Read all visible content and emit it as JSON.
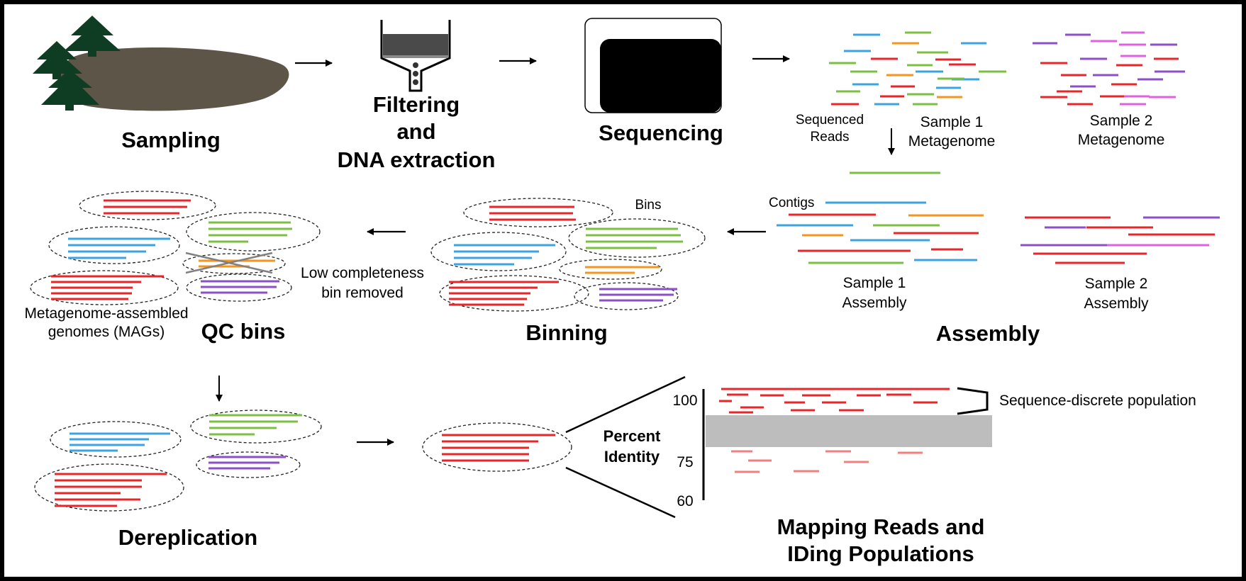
{
  "colors": {
    "red": "#e8262a",
    "blue": "#3ba3e0",
    "green": "#7bc043",
    "orange": "#f7941d",
    "purple": "#8b4fc8",
    "pink": "#e060e0",
    "light_red": "#f08080",
    "soil": "#5c5548",
    "tree": "#0f3d24",
    "gray_band": "#bdbdbd"
  },
  "stages": {
    "sampling": "Sampling",
    "filtering_line1": "Filtering",
    "filtering_line2": "and",
    "filtering_line3": "DNA extraction",
    "sequencing": "Sequencing",
    "assembly": "Assembly",
    "binning": "Binning",
    "qc_bins": "QC bins",
    "dereplication": "Dereplication",
    "mapping_line1": "Mapping Reads and",
    "mapping_line2": "IDing Populations"
  },
  "labels": {
    "sequenced_reads_line1": "Sequenced",
    "sequenced_reads_line2": "Reads",
    "sample1_metagenome_line1": "Sample 1",
    "sample1_metagenome_line2": "Metagenome",
    "sample2_metagenome_line1": "Sample 2",
    "sample2_metagenome_line2": "Metagenome",
    "contigs": "Contigs",
    "sample1_assembly_line1": "Sample 1",
    "sample1_assembly_line2": "Assembly",
    "sample2_assembly_line1": "Sample 2",
    "sample2_assembly_line2": "Assembly",
    "bins": "Bins",
    "low_completeness_line1": "Low completeness",
    "low_completeness_line2": "bin removed",
    "mags_line1": "Metagenome-assembled",
    "mags_line2": "genomes (MAGs)",
    "percent_identity_line1": "Percent",
    "percent_identity_line2": "Identity",
    "sequence_discrete_population": "Sequence-discrete population"
  },
  "identity_axis": {
    "ticks": [
      "100",
      "75",
      "60"
    ]
  }
}
